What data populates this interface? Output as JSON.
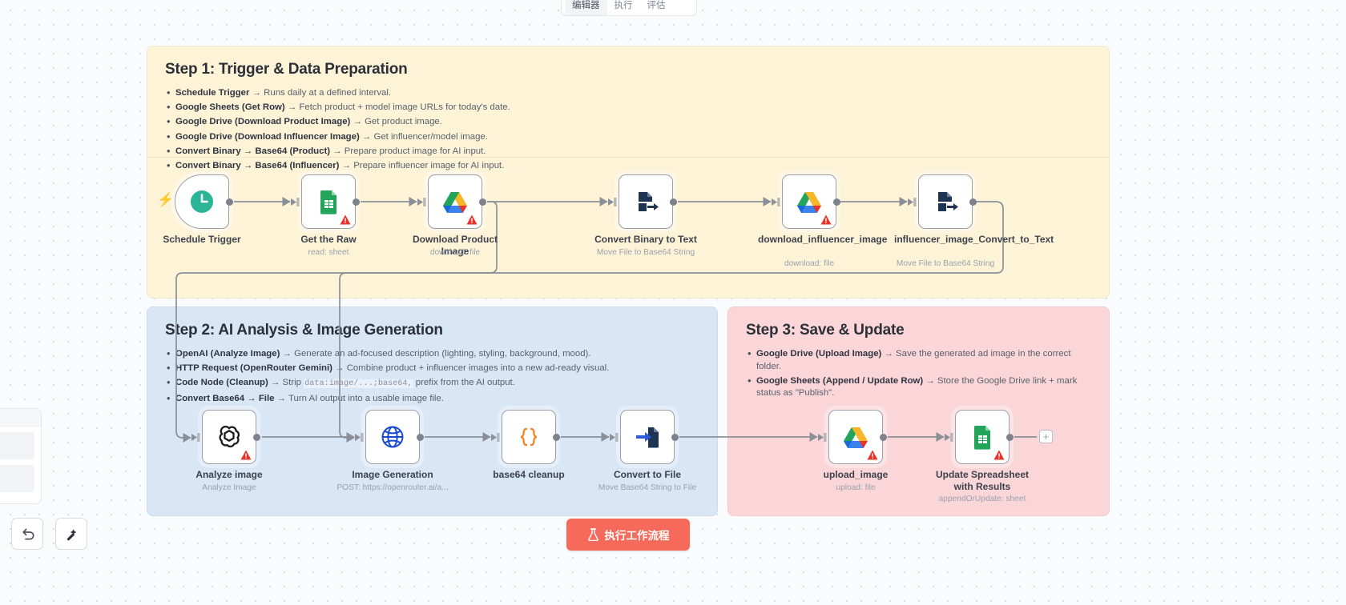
{
  "top_tabs": [
    {
      "label": "编辑器",
      "active": true
    },
    {
      "label": "执行",
      "active": false
    },
    {
      "label": "评估",
      "active": false
    }
  ],
  "notes": {
    "step1": {
      "title": "Step 1: Trigger & Data Preparation",
      "items": [
        {
          "bold": "Schedule Trigger",
          "rest": " → Runs daily at a defined interval."
        },
        {
          "bold": "Google Sheets (Get Row)",
          "rest": " → Fetch product + model image URLs for today's date."
        },
        {
          "bold": "Google Drive (Download Product Image)",
          "rest": " → Get product image."
        },
        {
          "bold": "Google Drive (Download Influencer Image)",
          "rest": " → Get influencer/model image."
        },
        {
          "bold": "Convert Binary → Base64 (Product)",
          "rest": " → Prepare product image for AI input."
        },
        {
          "bold": "Convert Binary → Base64 (Influencer)",
          "rest": " → Prepare influencer image for AI input."
        }
      ],
      "color": "#fdf3d7"
    },
    "step2": {
      "title": "Step 2: AI Analysis & Image Generation",
      "items": [
        {
          "bold": "OpenAI (Analyze Image)",
          "rest": " → Generate an ad-focused description (lighting, styling, background, mood)."
        },
        {
          "bold": "HTTP Request (OpenRouter Gemini)",
          "rest": " → Combine product + influencer images into a new ad-ready visual."
        },
        {
          "bold": "Code Node (Cleanup)",
          "rest": " → Strip ",
          "code": "data:image/...;base64,",
          "rest2": " prefix from the AI output."
        },
        {
          "bold": "Convert Base64 → File",
          "rest": " → Turn AI output into a usable image file."
        }
      ],
      "color": "#d9e6f6"
    },
    "step3": {
      "title": "Step 3: Save & Update",
      "items": [
        {
          "bold": "Google Drive (Upload Image)",
          "rest": " → Save the generated ad image in the correct folder."
        },
        {
          "bold": "Google Sheets (Append / Update Row)",
          "rest": " → Store the Google Drive link + mark status as \"Publish\"."
        }
      ],
      "color": "#fbd6d9"
    }
  },
  "nodes": [
    {
      "id": "schedule-trigger",
      "name": "Schedule Trigger",
      "subtitle": "",
      "icon": "clock-icon",
      "warning": false,
      "trigger": true
    },
    {
      "id": "get-the-raw",
      "name": "Get the Raw",
      "subtitle": "read: sheet",
      "icon": "google-sheets-icon",
      "warning": true,
      "trigger": false
    },
    {
      "id": "download-product",
      "name": "Download Product Image",
      "subtitle": "download: file",
      "icon": "google-drive-icon",
      "warning": true,
      "trigger": false
    },
    {
      "id": "convert-binary",
      "name": "Convert Binary to Text",
      "subtitle": "Move File to Base64 String",
      "icon": "convert-file-icon",
      "warning": false,
      "trigger": false
    },
    {
      "id": "download-influencer",
      "name": "download_influencer_image",
      "subtitle": "download: file",
      "icon": "google-drive-icon",
      "warning": true,
      "trigger": false
    },
    {
      "id": "influencer-convert",
      "name": "influencer_image_Convert_to_Text",
      "subtitle": "Move File to Base64 String",
      "icon": "convert-file-icon",
      "warning": false,
      "trigger": false
    },
    {
      "id": "analyze-image",
      "name": "Analyze image",
      "subtitle": "Analyze Image",
      "icon": "openai-icon",
      "warning": true,
      "trigger": false
    },
    {
      "id": "image-generation",
      "name": "Image Generation",
      "subtitle": "POST: https://openrouter.ai/a...",
      "icon": "globe-icon",
      "warning": false,
      "trigger": false
    },
    {
      "id": "base64-cleanup",
      "name": "base64 cleanup",
      "subtitle": "",
      "icon": "code-braces-icon",
      "warning": false,
      "trigger": false
    },
    {
      "id": "convert-to-file",
      "name": "Convert to File",
      "subtitle": "Move Base64 String to File",
      "icon": "convert-to-file-icon",
      "warning": false,
      "trigger": false
    },
    {
      "id": "upload-image",
      "name": "upload_image",
      "subtitle": "upload: file",
      "icon": "google-drive-icon",
      "warning": true,
      "trigger": false
    },
    {
      "id": "update-spreadsheet",
      "name": "Update Spreadsheet with Results",
      "subtitle": "appendOrUpdate: sheet",
      "icon": "google-sheets-icon",
      "warning": true,
      "trigger": false
    }
  ],
  "toolbar": {
    "undo_label": "undo-icon",
    "tidy_label": "tidy-up-icon",
    "add_node_label": "+"
  },
  "execute": {
    "label": "执行工作流程",
    "icon": "flask-icon",
    "color": "#f56a5a"
  },
  "colors": {
    "canvas": "#fafbfc",
    "note_yellow": "#fdf3d7",
    "note_blue": "#d9e6f6",
    "note_red": "#fbd6d9",
    "wire": "#8b9098",
    "accent": "#f56a5a"
  }
}
